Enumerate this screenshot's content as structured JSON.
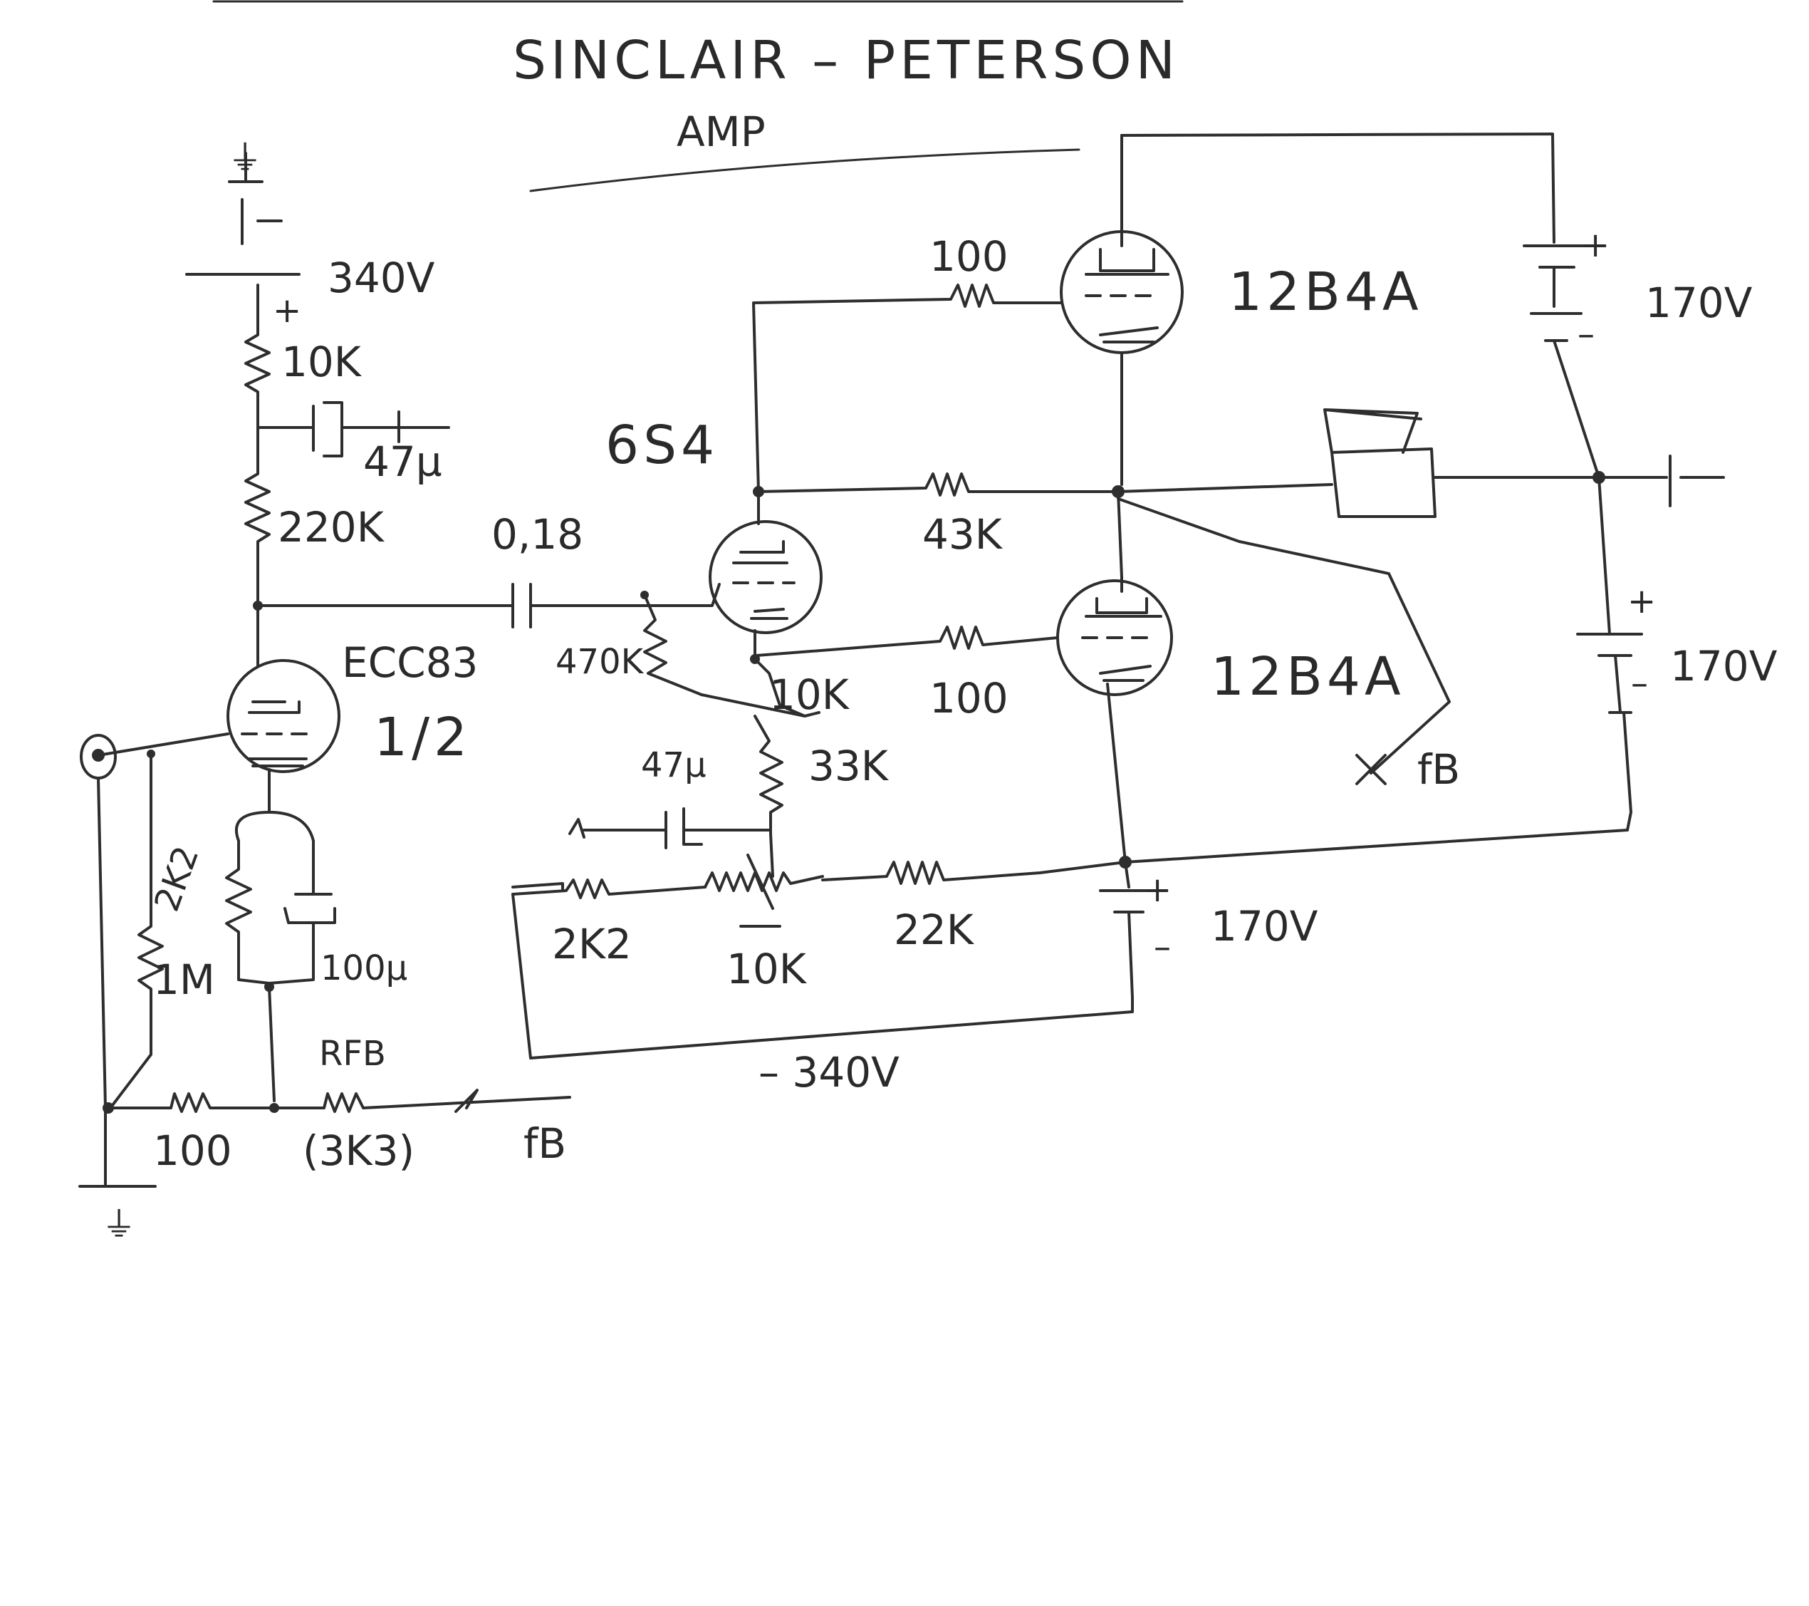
{
  "title": {
    "line1": "SINCLAIR – PETERSON",
    "line2": "AMP"
  },
  "supplies": {
    "top": "340V",
    "bottom": "– 340V",
    "out_top": "170V",
    "out_mid": "170V",
    "out_low": "170V",
    "plus": "+",
    "minus": "–"
  },
  "tubes": {
    "input": "ECC83",
    "input_half": "1/2",
    "driver": "6S4",
    "upper_out": "12B4A",
    "lower_out": "12B4A"
  },
  "components": {
    "r_10k_top": "10K",
    "c_47u_top": "47µ",
    "r_220k": "220K",
    "c_018": "0,18",
    "r_470k": "470K",
    "r_43k": "43K",
    "r_100_upper": "100",
    "r_100_lower": "100",
    "r_10k_driver": "10K",
    "r_33k": "33K",
    "c_47u_driver": "47µ",
    "r_2k2_cathode": "2K2",
    "c_100u": "100µ",
    "r_1m": "1M",
    "r_100_fb": "100",
    "r_fb_label": "RFB",
    "r_fb_value": "(3K3)",
    "fb_in": "fB",
    "r_2k2_bias": "2K2",
    "pot_10k": "10K",
    "r_22k": "22K",
    "fb_out": "fB"
  },
  "colors": {
    "ink": "#2e2e2e",
    "paper": "#ffffff"
  }
}
